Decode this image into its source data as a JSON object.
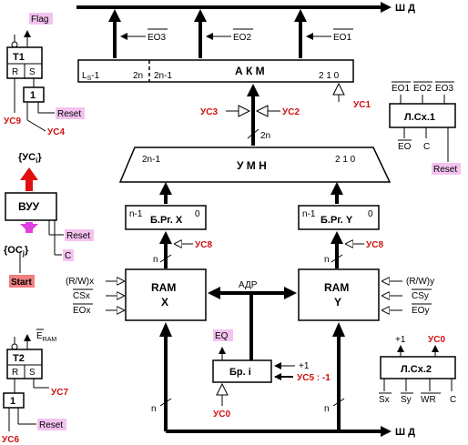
{
  "colors": {
    "control_red": "#d01010",
    "tag_pink": "#f4c2f0",
    "uc_arrow_red": "#e01010",
    "oc_arrow_magenta": "#e040e0"
  },
  "bus": {
    "top_label": "Ш Д",
    "bottom_label": "Ш Д"
  },
  "eo": {
    "eo3": "EO3",
    "eo2": "EO2",
    "eo1": "EO1"
  },
  "akm": {
    "title": "А К М",
    "bit_ls": "L",
    "bit_ls_sub": "S",
    "bit_ls_suffix": "-1",
    "bit_2n": "2n",
    "bit_2n1": "2n-1",
    "bits_low": "2   1   0",
    "uc1": "УС1",
    "uc2": "УС2",
    "uc3": "УС3",
    "width_label": "2n"
  },
  "umn": {
    "title": "У М Н",
    "left_bits": "2n-1",
    "right_bits": "2  1  0"
  },
  "brgx": {
    "title": "Б.Рг. X",
    "hi": "n-1",
    "lo": "0",
    "uc8": "УС8",
    "n": "n"
  },
  "brgy": {
    "title": "Б.Рг. Y",
    "hi": "n-1",
    "lo": "0",
    "uc8": "УС8",
    "n": "n"
  },
  "ramx": {
    "title": "RAM",
    "sub": "X",
    "rw": "(R/W)x",
    "cs": "CSx",
    "eo": "EOx"
  },
  "ramy": {
    "title": "RAM",
    "sub": "Y",
    "rw": "(R/W)y",
    "cs": "CSy",
    "eo": "EOy"
  },
  "adr": "АДР",
  "bri": {
    "title": "Бр. i",
    "eq": "EQ",
    "plus1": "+1",
    "uc5": "УС5 : -1",
    "uc0": "УС0"
  },
  "lsx1": {
    "title": "Л.Сх.1",
    "outs": [
      "EO1",
      "EO2",
      "EO3"
    ],
    "ins": [
      "EO",
      "C"
    ],
    "reset": "Reset"
  },
  "lsx2": {
    "title": "Л.Сх.2",
    "plus1": "+1",
    "uc0": "УС0",
    "ins": [
      "Sx",
      "Sy",
      "WR",
      "C"
    ]
  },
  "t1": {
    "title": "T1",
    "r": "R",
    "s": "S",
    "flag": "Flag",
    "one": "1",
    "reset": "Reset",
    "uc9": "УС9",
    "uc4": "УС4"
  },
  "vuu": {
    "title": "ВУУ",
    "uc": "{УС",
    "uc_sub": "i",
    "oc": "{ОС",
    "oc_sub": "j",
    "reset": "Reset",
    "c": "C",
    "start": "Start"
  },
  "t2": {
    "title": "T2",
    "r": "R",
    "s": "S",
    "eram": "E",
    "eram_sub": "RAM",
    "one": "1",
    "reset": "Reset",
    "uc7": "УС7",
    "uc6": "УС6"
  },
  "bus_n": "n"
}
